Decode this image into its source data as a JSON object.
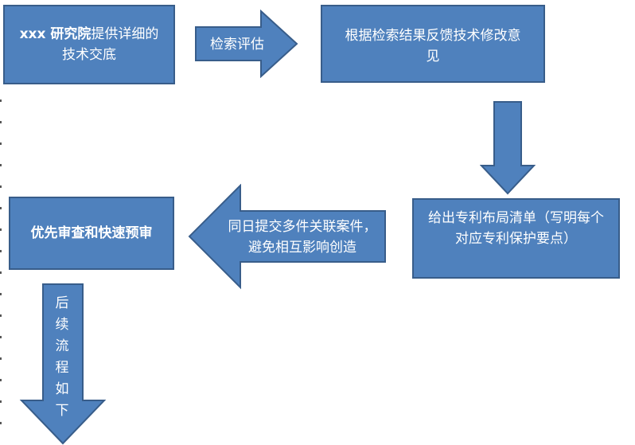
{
  "diagram": {
    "node1": {
      "prefix": "xxx 研究院",
      "text": "提供详细的技术交底"
    },
    "arrow1": {
      "label": "检索评估"
    },
    "node2": {
      "text": "根据检索结果反馈技术修改意见"
    },
    "node3": {
      "text": "给出专利布局清单（写明每个对应专利保护要点）"
    },
    "arrow3": {
      "label": "同日提交多件关联案件，避免相互影响创造"
    },
    "node4": {
      "text": "优先审查和快速预审"
    },
    "arrow4": {
      "label_chars": [
        "后",
        "续",
        "流",
        "程",
        "如",
        "下"
      ]
    }
  },
  "colors": {
    "fill": "#4f81bd",
    "stroke": "#385d8a",
    "text": "#ffffff"
  }
}
